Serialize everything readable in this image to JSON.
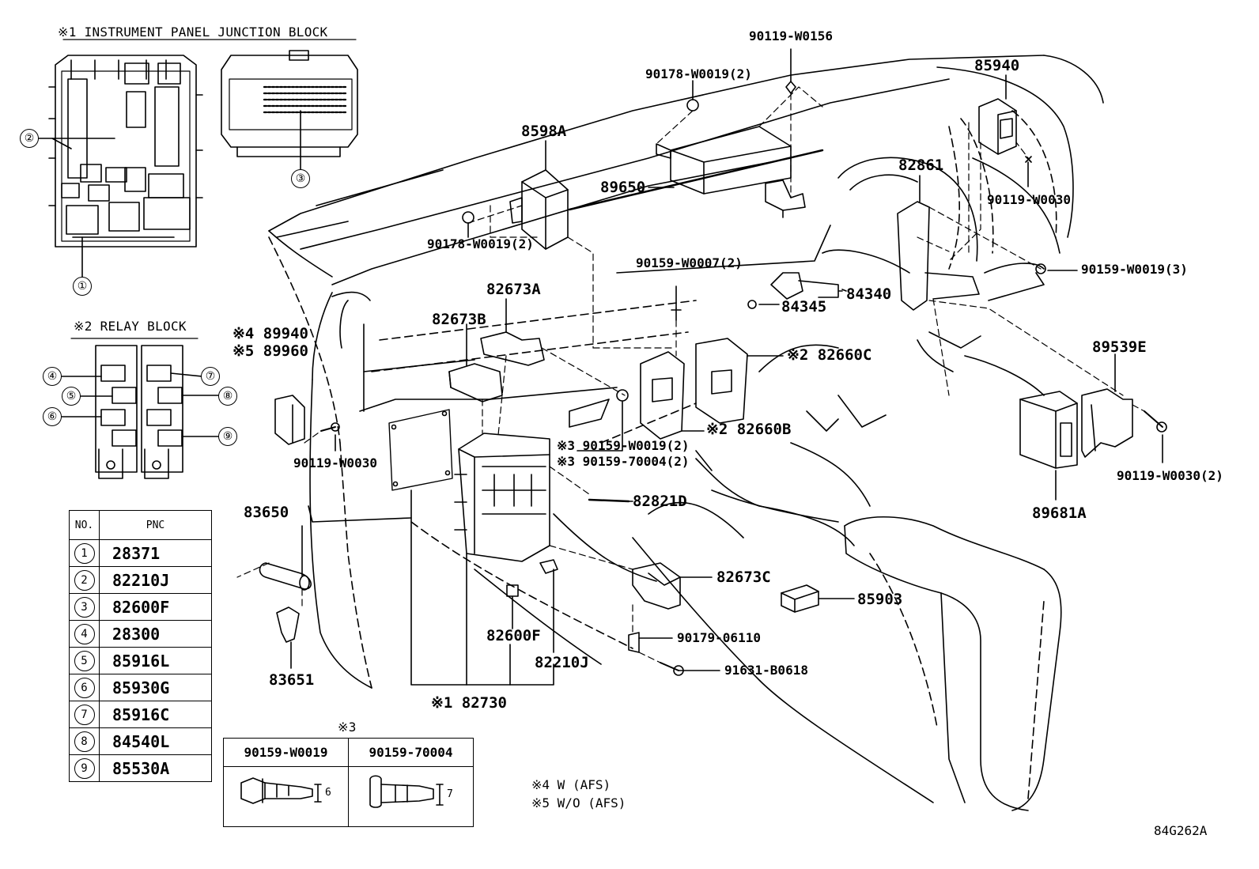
{
  "diagram_id": "84G262A",
  "insets": {
    "junction_block_title": "※1 INSTRUMENT PANEL JUNCTION BLOCK",
    "relay_block_title": "※2 RELAY BLOCK",
    "junction_callouts": [
      "①",
      "②",
      "③"
    ],
    "relay_callouts": [
      "④",
      "⑤",
      "⑥",
      "⑦",
      "⑧",
      "⑨"
    ]
  },
  "pnc_table": {
    "header_no": "NO.",
    "header_pnc": "PNC",
    "rows": [
      {
        "no": "1",
        "pnc": "28371"
      },
      {
        "no": "2",
        "pnc": "82210J"
      },
      {
        "no": "3",
        "pnc": "82600F"
      },
      {
        "no": "4",
        "pnc": "28300"
      },
      {
        "no": "5",
        "pnc": "85916L"
      },
      {
        "no": "6",
        "pnc": "85930G"
      },
      {
        "no": "7",
        "pnc": "85916C"
      },
      {
        "no": "8",
        "pnc": "84540L"
      },
      {
        "no": "9",
        "pnc": "85530A"
      }
    ]
  },
  "bolt_table": {
    "title": "※3",
    "col1": "90159-W0019",
    "col2": "90159-70004",
    "dim1": "6",
    "dim2": "7"
  },
  "notes": [
    "※4 W (AFS)",
    "※5 W/O (AFS)"
  ],
  "labels": {
    "p90119_W0156": "90119-W0156",
    "p90178_W0019_top": "90178-W0019(2)",
    "p85940": "85940",
    "p8598A": "8598A",
    "p89650": "89650",
    "p82861": "82861",
    "p90119_W0030_right": "90119-W0030",
    "p90178_W0019_mid": "90178-W0019(2)",
    "p90159_W0007": "90159-W0007(2)",
    "p90159_W0019_3": "90159-W0019(3)",
    "p82673A": "82673A",
    "p84340": "84340",
    "p84345": "84345",
    "p82673B": "82673B",
    "p89940": "※4 89940",
    "p89960": "※5 89960",
    "p82660C": "※2 82660C",
    "p89539E": "89539E",
    "p82660B": "※2 82660B",
    "p90159_W0019_2": "※3 90159-W0019(2)",
    "p90159_70004_2": "※3 90159-70004(2)",
    "p90119_W0030_left": "90119-W0030",
    "p90119_W0030_2": "90119-W0030(2)",
    "p83650": "83650",
    "p82821D": "82821D",
    "p89681A": "89681A",
    "p82673C": "82673C",
    "p85903": "85903",
    "p90179_06110": "90179-06110",
    "p82600F": "82600F",
    "p82210J": "82210J",
    "p91631_B0618": "91631-B0618",
    "p83651": "83651",
    "p82730": "※1 82730"
  }
}
